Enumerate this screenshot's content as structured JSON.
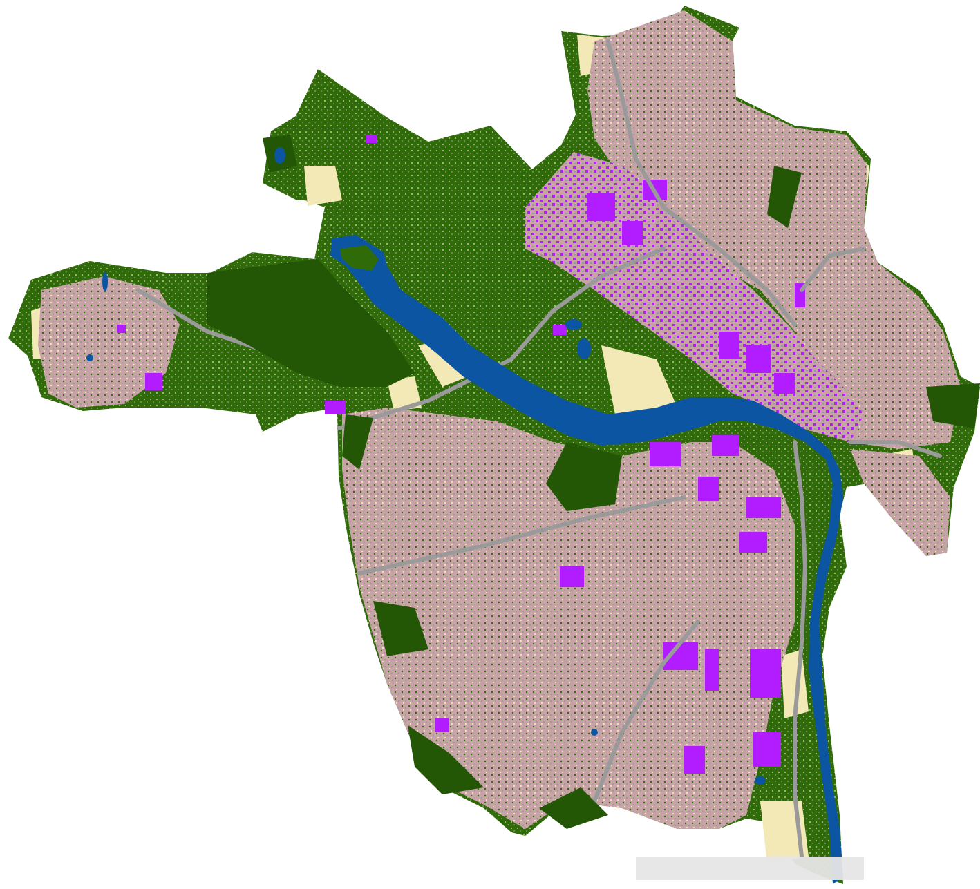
{
  "map": {
    "kind": "land-cover",
    "colors": {
      "background": "#ffffff",
      "tree_canopy": "#2f6b08",
      "tree_canopy_dark": "#245705",
      "grass_open": "#f3e9b6",
      "impervious": "#9a9a9a",
      "residential": "#c7a2a7",
      "buildings": "#b21dff",
      "water": "#0b55a3",
      "scale_bar": "#e6e6e6"
    },
    "layers": [
      {
        "id": "tree-canopy",
        "color_key": "tree_canopy"
      },
      {
        "id": "grass-open-land",
        "color_key": "grass_open"
      },
      {
        "id": "impervious-surface",
        "color_key": "impervious"
      },
      {
        "id": "residential-texture",
        "color_key": "residential"
      },
      {
        "id": "buildings",
        "color_key": "buildings"
      },
      {
        "id": "water",
        "color_key": "water"
      }
    ]
  }
}
